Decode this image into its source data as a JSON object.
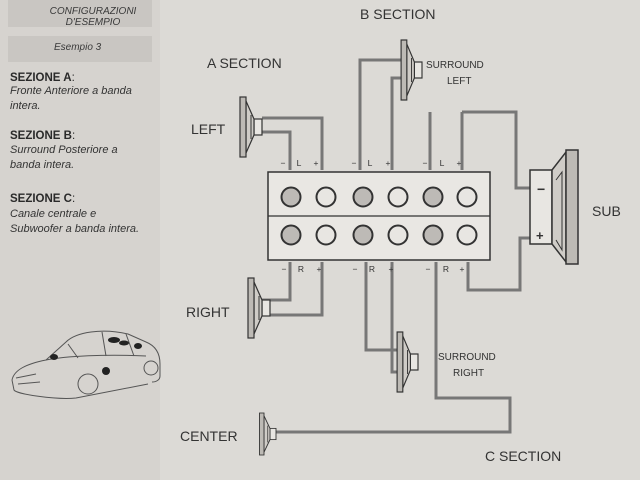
{
  "sidebar": {
    "header_cut": "CONFIGURAZIONI",
    "header_line1": "CONFIGURAZIONI",
    "header_line2": "D'ESEMPIO",
    "example": "Esempio 3",
    "sections": [
      {
        "title": "SEZIONE A",
        "colon": ":",
        "desc": "Fronte Anteriore a banda intera."
      },
      {
        "title": "SEZIONE B",
        "colon": ":",
        "desc": "Surround Posteriore a banda intera."
      },
      {
        "title": "SEZIONE C",
        "colon": ":",
        "desc": "Canale centrale e Subwoofer a banda intera."
      }
    ]
  },
  "diagram": {
    "section_a": "A SECTION",
    "section_b": "B SECTION",
    "section_c": "C SECTION",
    "speakers": {
      "left": "LEFT",
      "right": "RIGHT",
      "center": "CENTER",
      "sub": "SUB",
      "surround_left_1": "SURROUND",
      "surround_left_2": "LEFT",
      "surround_right_1": "SURROUND",
      "surround_right_2": "RIGHT"
    },
    "terminal_labels": {
      "top": [
        "−",
        "L",
        "+",
        "−",
        "L",
        "+",
        "−",
        "L",
        "+"
      ],
      "bottom": [
        "−",
        "R",
        "+",
        "−",
        "R",
        "+",
        "−",
        "R",
        "+"
      ]
    }
  }
}
